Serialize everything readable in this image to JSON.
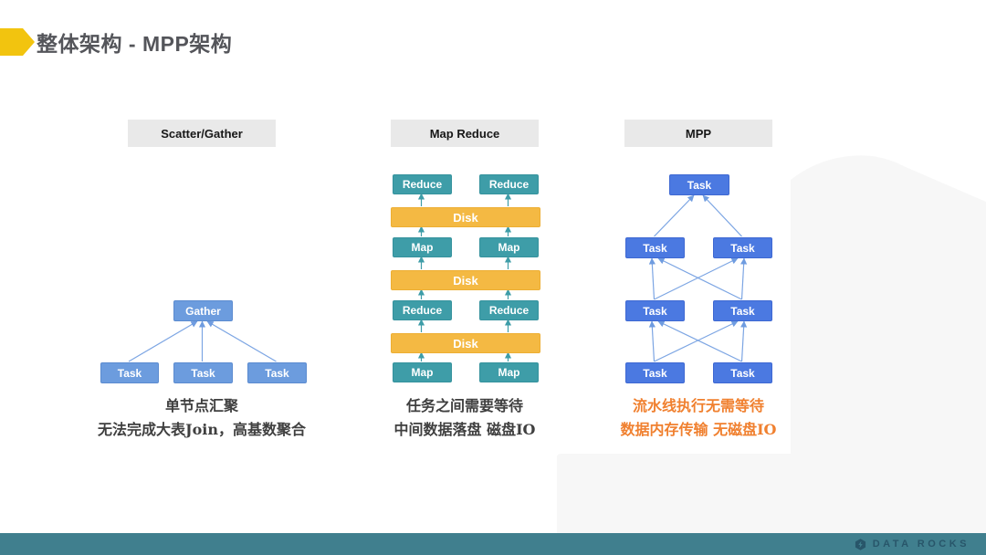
{
  "title": "整体架构 - MPP架构",
  "labels": {
    "gather": "Gather",
    "task": "Task",
    "map": "Map",
    "reduce": "Reduce",
    "disk": "Disk"
  },
  "columns": [
    {
      "header": "Scatter/Gather",
      "caption_line1": "单节点汇聚",
      "caption_line2": "无法完成大表Join，高基数聚合"
    },
    {
      "header": "Map Reduce",
      "caption_line1": "任务之间需要等待",
      "caption_line2": "中间数据落盘 磁盘IO"
    },
    {
      "header": "MPP",
      "caption_line1": "流水线执行无需等待",
      "caption_line2": "数据内存传输 无磁盘IO"
    }
  ],
  "footer": {
    "brand": "DATA ROCKS"
  },
  "colors": {
    "cornflower_blue": "#6c9cde",
    "royal_blue": "#4b79e1",
    "teal": "#3e9da8",
    "gold": "#f4b943",
    "orange_text": "#f0802f",
    "title_marker_yellow": "#f2c40f",
    "footer_bar_teal": "#407f8e",
    "header_gray": "#e9e9e9",
    "bg_shape_gray": "#f7f7f7"
  }
}
